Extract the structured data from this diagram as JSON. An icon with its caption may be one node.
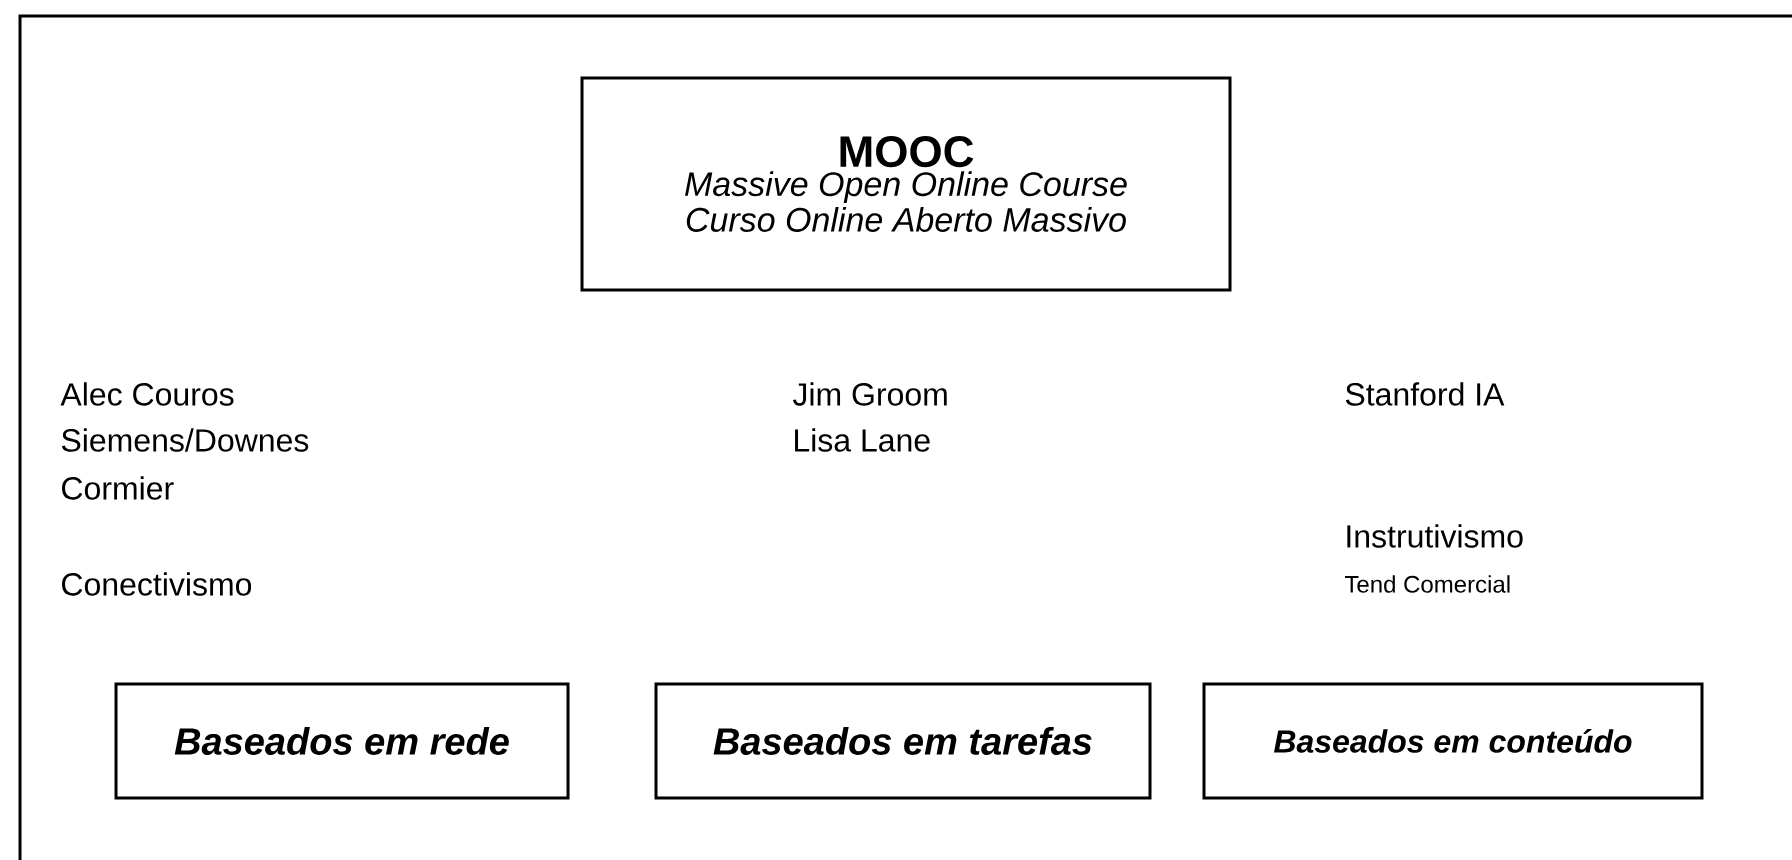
{
  "diagram": {
    "nodes": [
      {
        "text": [
          "MOOC",
          "Massive Open Online Course",
          "Curso Online Aberto Massivo"
        ]
      },
      {
        "text": [
          "Baseados em rede"
        ]
      },
      {
        "text": [
          "Baseados em tarefas"
        ]
      },
      {
        "text": [
          "Baseados em conteúdo"
        ]
      }
    ],
    "labels": [
      "Alec Couros",
      "Siemens/Downes",
      "Cormier",
      "Conectivismo",
      "Jim Groom",
      "Lisa Lane",
      "Stanford IA",
      "Instrutivismo",
      "Tend Comercial"
    ]
  }
}
